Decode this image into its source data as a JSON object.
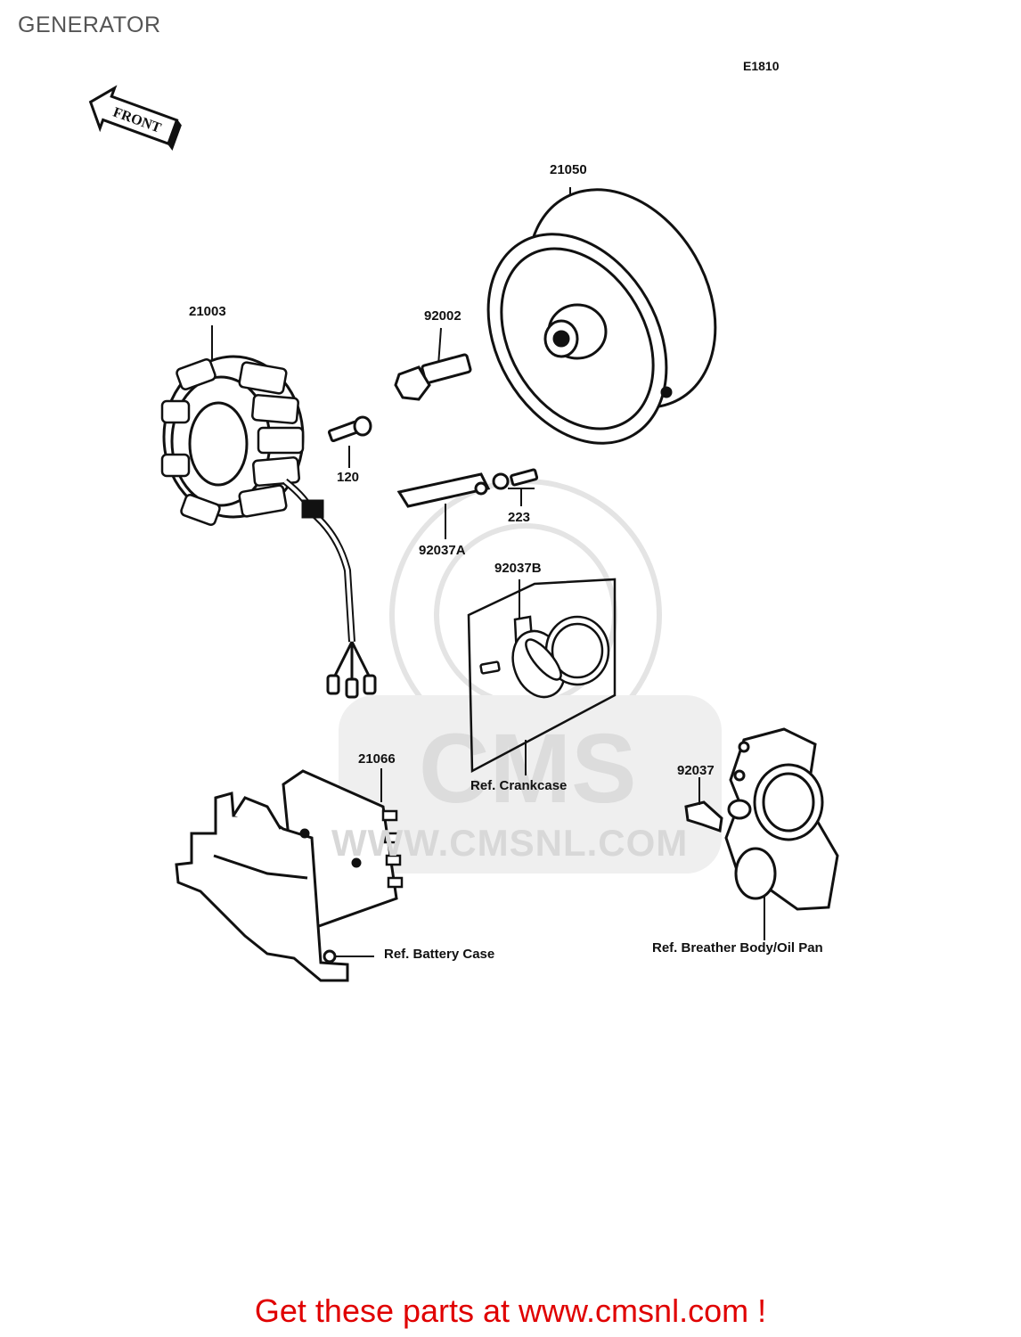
{
  "title": "GENERATOR",
  "diagram_code": "E1810",
  "front_arrow_label": "FRONT",
  "parts": {
    "p21050": "21050",
    "p21003": "21003",
    "p92002": "92002",
    "p120": "120",
    "p223": "223",
    "p92037A": "92037A",
    "p92037B": "92037B",
    "p21066": "21066",
    "p92037": "92037"
  },
  "refs": {
    "crankcase": "Ref. Crankcase",
    "battery_case": "Ref. Battery Case",
    "breather": "Ref. Breather Body/Oil Pan"
  },
  "watermark": {
    "brand": "CMS",
    "url": "WWW.CMSNL.COM"
  },
  "footer": "Get these parts at www.cmsnl.com !"
}
